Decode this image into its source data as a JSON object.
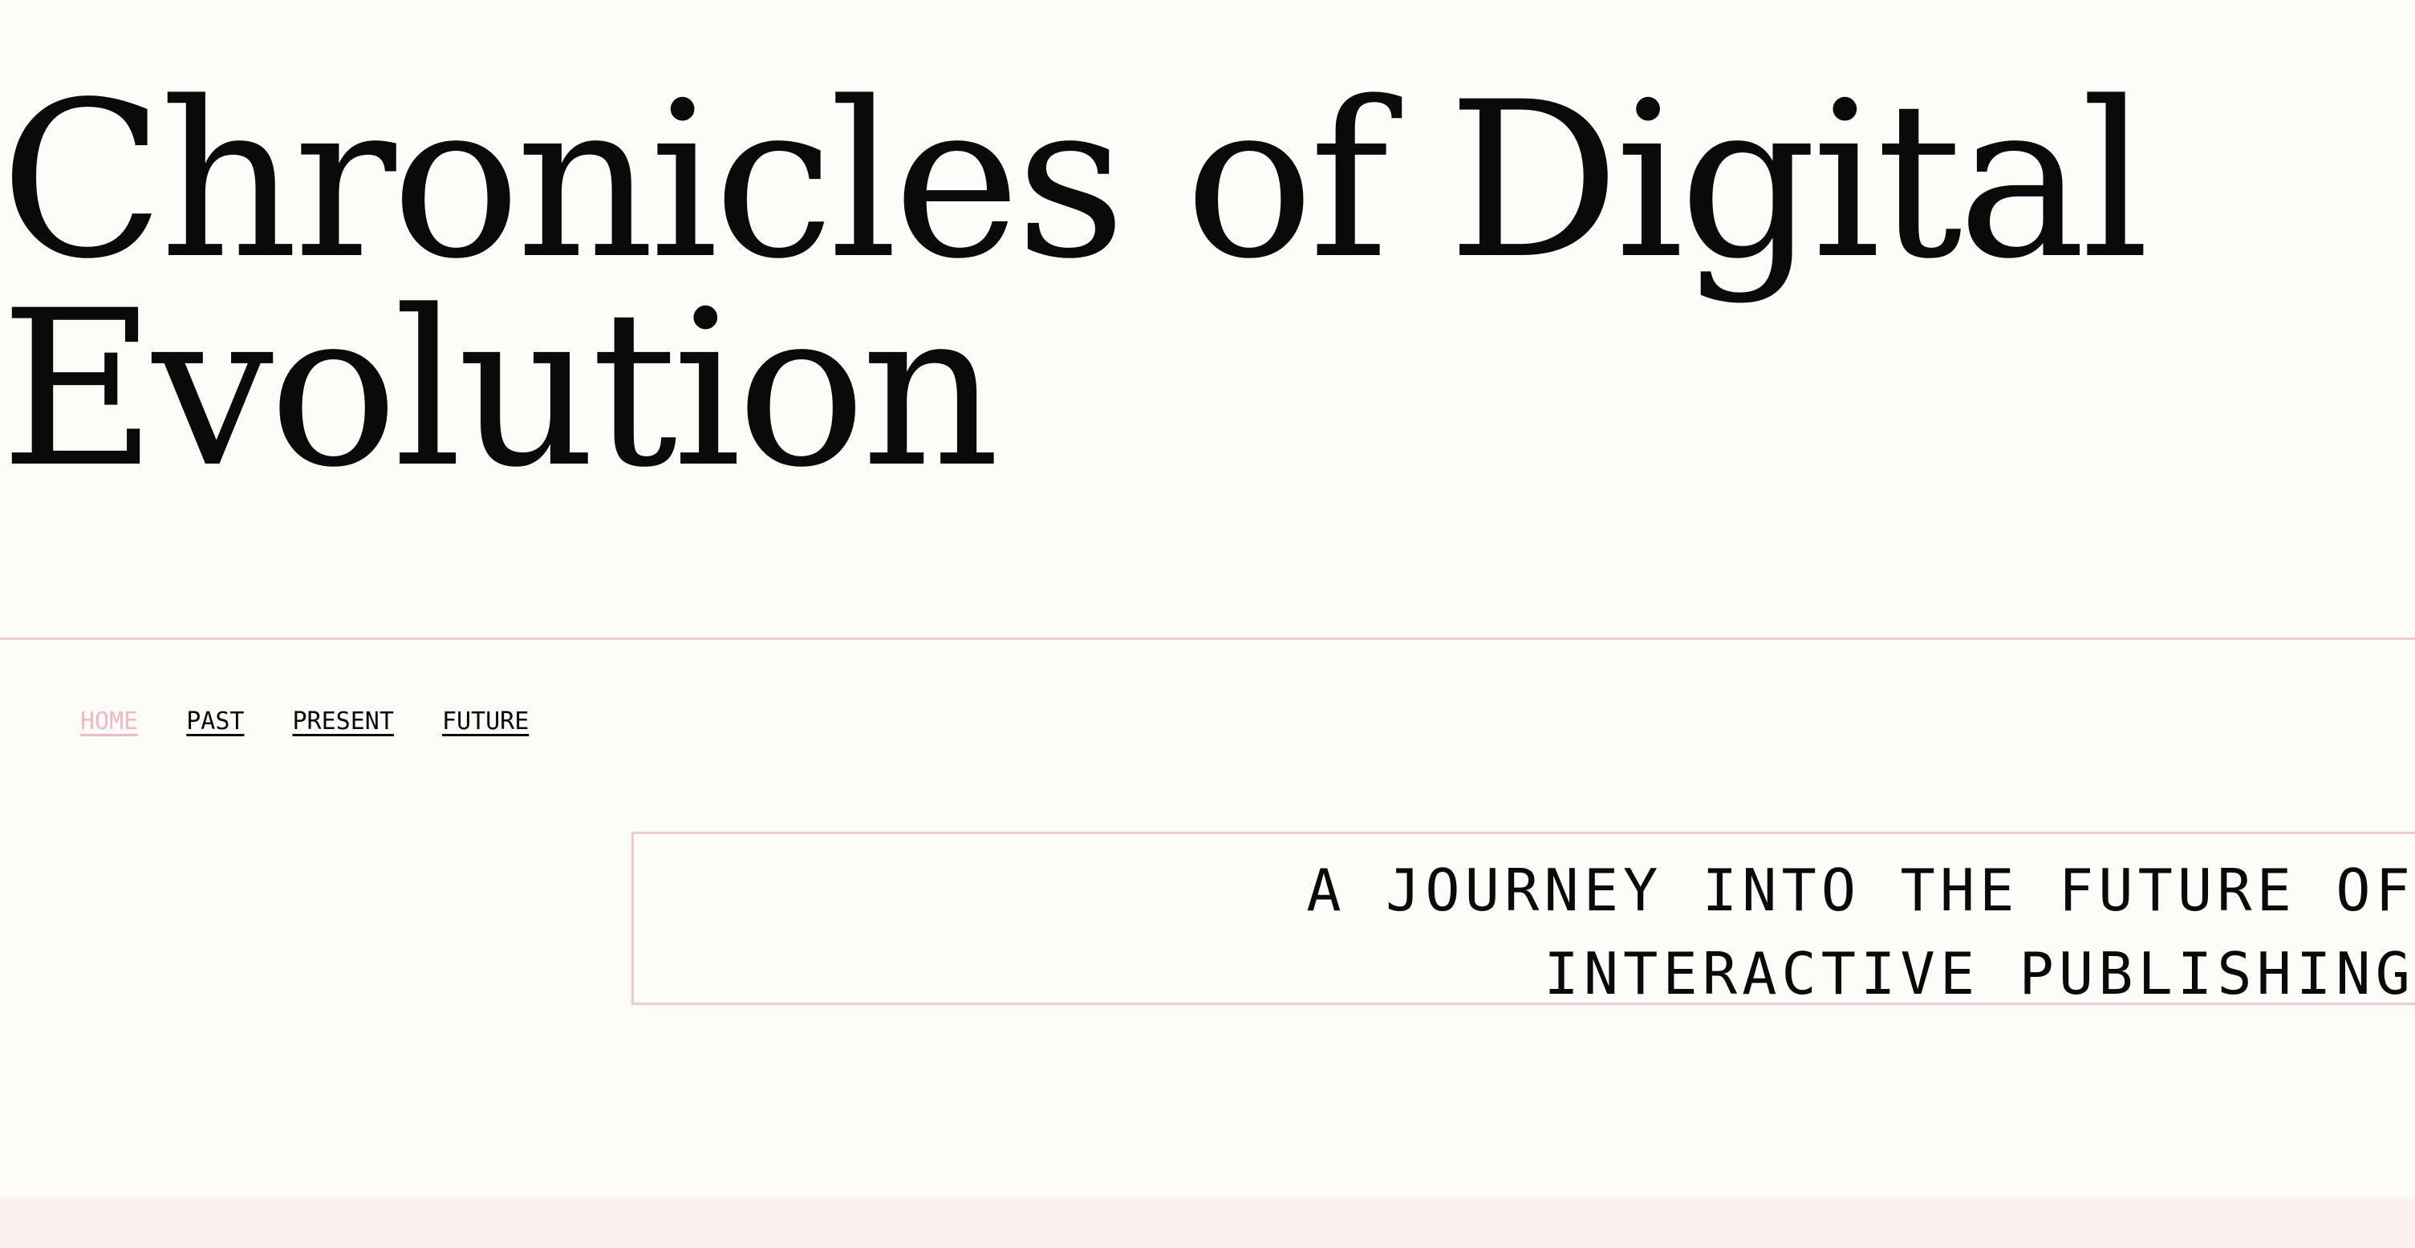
{
  "header": {
    "title_line1": "Chronicles of Digital",
    "title_line2": "Evolution"
  },
  "nav": {
    "items": [
      {
        "label": "HOME"
      },
      {
        "label": "PAST"
      },
      {
        "label": "PRESENT"
      },
      {
        "label": "FUTURE"
      }
    ],
    "active": "HOME"
  },
  "hero": {
    "tagline_line1": "A JOURNEY INTO THE FUTURE OF",
    "tagline_line2": "INTERACTIVE PUBLISHING"
  },
  "colors": {
    "background": "#fdfcf8",
    "text": "#0a0a0a",
    "accent_pink": "#f2b8c6",
    "border_pink": "#f2c9cc",
    "footer_tint": "#fcf0f0"
  }
}
